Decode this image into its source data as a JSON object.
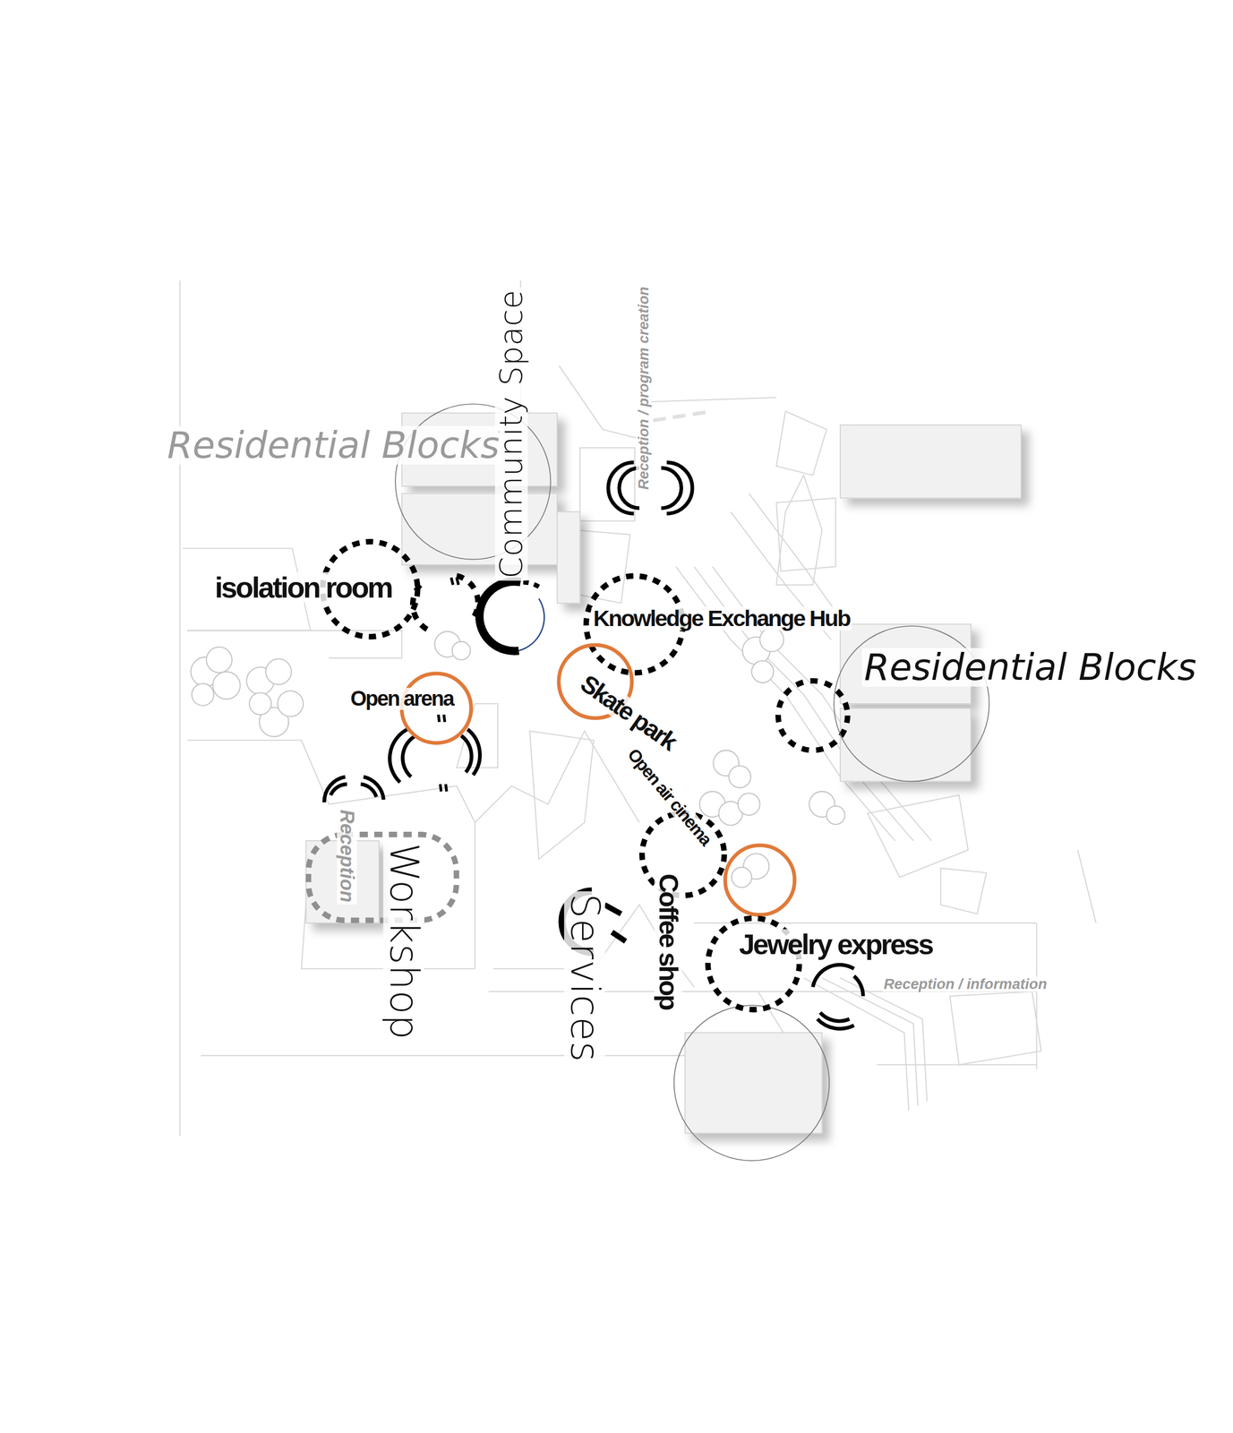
{
  "diagram": {
    "nodes": [
      {
        "text": [
          "Community Space"
        ]
      },
      {
        "text": [
          "isolation room"
        ]
      },
      {
        "text": [
          "Knowledge Exchange Hub"
        ]
      },
      {
        "text": [
          "Residential Blocks"
        ]
      },
      {
        "text": [
          "Open arena"
        ]
      },
      {
        "text": [
          "Skate park"
        ]
      },
      {
        "text": [
          "Workshop",
          "Reception"
        ]
      },
      {
        "text": [
          "Open air cinema"
        ]
      },
      {
        "text": [
          "Jewelry express"
        ]
      }
    ],
    "labels": [
      "Residential Blocks",
      "Reception / program creation",
      "Services",
      "Coffee shop",
      "Reception / information"
    ]
  }
}
